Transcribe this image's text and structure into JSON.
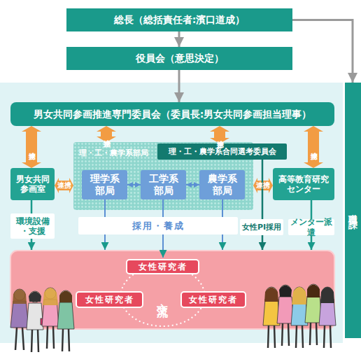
{
  "diagram": {
    "nodes": [
      {
        "text": [
          "総長（総括責任者:濱口道成）"
        ]
      },
      {
        "text": [
          "役員会（意思決定）"
        ]
      },
      {
        "text": [
          "職員課"
        ]
      },
      {
        "text": [
          "男女共同参画推進専門委員会（委員長:男女共同参画担当理事）"
        ]
      },
      {
        "text": [
          "男女共同 参画室"
        ]
      },
      {
        "text": [
          "理・工・農学系部局"
        ]
      },
      {
        "text": [
          "理学系 部局"
        ],
        "in": 5
      },
      {
        "text": [
          "工学系 部局"
        ],
        "in": 5
      },
      {
        "text": [
          "農学系 部局"
        ],
        "in": 5
      },
      {
        "text": [
          "理・工・農学系合同選考委員会"
        ]
      },
      {
        "text": [
          "高等教育研究 センター"
        ]
      },
      {
        "text": [
          "環境設備 ・支援"
        ]
      },
      {
        "text": [
          "採用・養成"
        ]
      },
      {
        "text": [
          "女性PI採用"
        ]
      },
      {
        "text": [
          "メンター派遣"
        ]
      },
      {
        "text": [
          "女性研究者"
        ]
      },
      {
        "text": [
          "女性研究者"
        ]
      },
      {
        "text": [
          "交流"
        ]
      },
      {
        "text": [
          "女性研究者"
        ]
      }
    ],
    "edges": [
      {
        "from": 0,
        "to": 1,
        "arrow": "to"
      },
      {
        "from": 1,
        "to": 3,
        "arrow": "to"
      },
      {
        "from": 0,
        "to": 2,
        "arrow": "to"
      },
      {
        "from": 3,
        "to": 4,
        "arrow": "both",
        "label": "連携"
      },
      {
        "from": 3,
        "to": 5,
        "arrow": "both",
        "label": "連携"
      },
      {
        "from": 3,
        "to": 9,
        "arrow": "both",
        "label": "連携"
      },
      {
        "from": 3,
        "to": 10,
        "arrow": "both",
        "label": "連携"
      },
      {
        "from": 4,
        "to": 5,
        "arrow": "both",
        "label": "連携"
      },
      {
        "from": 5,
        "to": 10,
        "arrow": "both",
        "label": "連携"
      },
      {
        "from": 6,
        "to": 7,
        "arrow": "both"
      },
      {
        "from": 7,
        "to": 8,
        "arrow": "both"
      },
      {
        "from": 4,
        "to": 11,
        "arrow": "none"
      },
      {
        "from": 6,
        "to": 12,
        "arrow": "none"
      },
      {
        "from": 7,
        "to": 12,
        "arrow": "none"
      },
      {
        "from": 8,
        "to": 12,
        "arrow": "none"
      },
      {
        "from": 9,
        "to": 13,
        "arrow": "none"
      },
      {
        "from": 10,
        "to": 14,
        "arrow": "none"
      }
    ]
  }
}
